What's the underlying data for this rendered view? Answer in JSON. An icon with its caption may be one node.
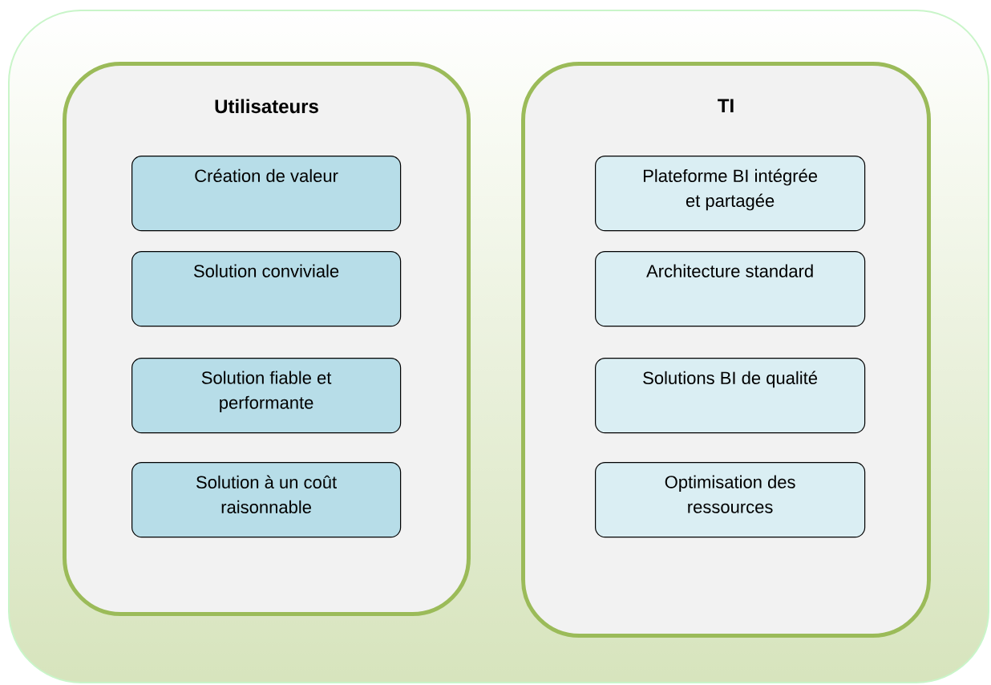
{
  "diagram": {
    "nodes": [
      {
        "text": [],
        "shape": "box"
      },
      {
        "text": [
          "Utilisateurs"
        ],
        "in": 0
      },
      {
        "text": [
          "Création de valeur"
        ],
        "in": 1
      },
      {
        "text": [
          "Solution conviviale"
        ],
        "in": 1
      },
      {
        "text": [
          "Solution fiable et performante"
        ],
        "in": 1
      },
      {
        "text": [
          "Solution à un coût raisonnable"
        ],
        "in": 1
      },
      {
        "text": [
          "TI"
        ],
        "in": 0
      },
      {
        "text": [
          "Plateforme BI intégrée et partagée"
        ],
        "in": 6
      },
      {
        "text": [
          "Architecture standard"
        ],
        "in": 6
      },
      {
        "text": [
          "Solutions BI de qualité"
        ],
        "in": 6
      },
      {
        "text": [
          "Optimisation des ressources"
        ],
        "in": 6
      }
    ]
  }
}
